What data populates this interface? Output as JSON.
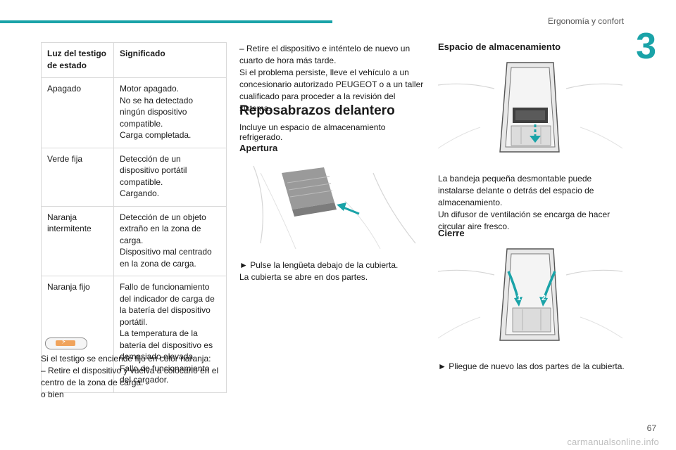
{
  "header": {
    "section_title": "Ergonomía y confort",
    "chapter_number": "3",
    "page_number": "67"
  },
  "watermark": "carmanualsonline.info",
  "accent_color": "#1aa3a8",
  "table": {
    "headers": [
      "Luz del testigo de estado",
      "Significado"
    ],
    "rows": [
      {
        "state": "Apagado",
        "meaning": [
          "Motor apagado.",
          "No se ha detectado ningún dispositivo compatible.",
          "Carga completada."
        ]
      },
      {
        "state": "Verde fija",
        "meaning": [
          "Detección de un dispositivo portátil compatible.",
          "Cargando."
        ]
      },
      {
        "state": "Naranja intermitente",
        "meaning": [
          "Detección de un objeto extraño en la zona de carga.",
          "Dispositivo mal centrado en la zona de carga."
        ]
      },
      {
        "state": "Naranja fijo",
        "meaning": [
          "Fallo de funcionamiento del indicador de carga de la batería del dispositivo portátil.",
          "La temperatura de la batería del dispositivo es demasiado elevada.",
          "Fallo de funcionamiento del cargador."
        ]
      }
    ]
  },
  "col1": {
    "badge_icon": "charging-indicator-icon",
    "lines": [
      "Si el testigo se enciende fijo en color naranja:",
      "– Retire el dispositivo y vuelva a colocarlo en el centro de la zona de carga.",
      "o bien"
    ]
  },
  "col2": {
    "lines": [
      "– Retire el dispositivo e inténtelo de nuevo un cuarto de hora más tarde.",
      "Si el problema persiste, lleve el vehículo a un concesionario autorizado PEUGEOT o a un taller cualificado para proceder a la revisión del sistema."
    ],
    "section_title": "Reposabrazos delantero",
    "intro": "Incluye un espacio de almacenamiento refrigerado.",
    "sub_title": "Apertura",
    "step_lines": [
      "► Pulse la lengüeta debajo de la cubierta.",
      "La cubierta se abre en dos partes."
    ]
  },
  "col3": {
    "title": "Espacio de almacenamiento",
    "desc_lines": [
      "La bandeja pequeña desmontable puede instalarse delante o detrás del espacio de almacenamiento.",
      "Un difusor de ventilación se encarga de hacer circular aire fresco."
    ],
    "sub_title": "Cierre",
    "step": "► Pliegue de nuevo las dos partes de la cubierta.",
    "callout_1": "1",
    "callout_2": "2"
  }
}
